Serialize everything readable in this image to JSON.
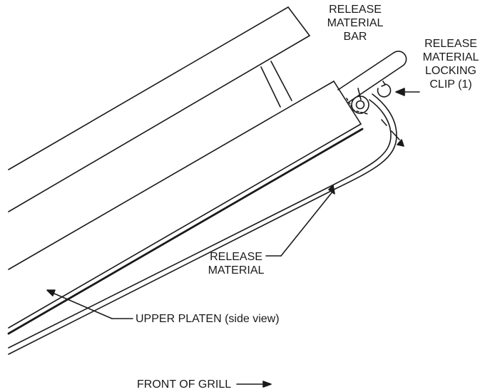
{
  "labels": {
    "release_material_bar": [
      "RELEASE",
      "MATERIAL",
      "BAR"
    ],
    "locking_clip": [
      "RELEASE",
      "MATERIAL",
      "LOCKING",
      "CLIP (1)"
    ],
    "release_material": [
      "RELEASE",
      "MATERIAL"
    ],
    "upper_platen": "UPPER PLATEN (side view)",
    "front_of_grill": "FRONT OF GRILL"
  },
  "colors": {
    "line": "#1a1a1a",
    "background": "#ffffff"
  }
}
